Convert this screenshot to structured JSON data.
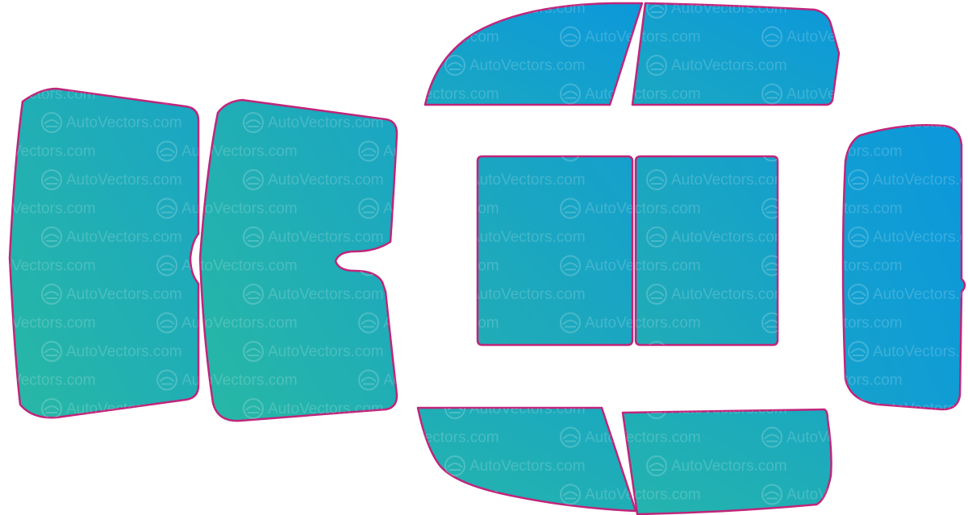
{
  "watermark": {
    "text": "AutoVectors.com"
  },
  "colors": {
    "outline": "#c0257a",
    "gradient_green": "#28b8a4",
    "gradient_teal": "#1aa5c4",
    "gradient_blue": "#0c98da",
    "background": "#ffffff"
  },
  "panels": [
    {
      "name": "rear-left-large-panel",
      "gradient": "g-left"
    },
    {
      "name": "rear-right-large-panel",
      "gradient": "g-left"
    },
    {
      "name": "top-left-front-panel",
      "gradient": "g-top"
    },
    {
      "name": "top-right-front-panel",
      "gradient": "g-top"
    },
    {
      "name": "center-left-square-panel",
      "gradient": "g-center"
    },
    {
      "name": "center-right-square-panel",
      "gradient": "g-center"
    },
    {
      "name": "right-side-panel",
      "gradient": "g-right"
    },
    {
      "name": "bottom-left-panel",
      "gradient": "g-bottom"
    },
    {
      "name": "bottom-right-panel",
      "gradient": "g-bottom"
    }
  ]
}
